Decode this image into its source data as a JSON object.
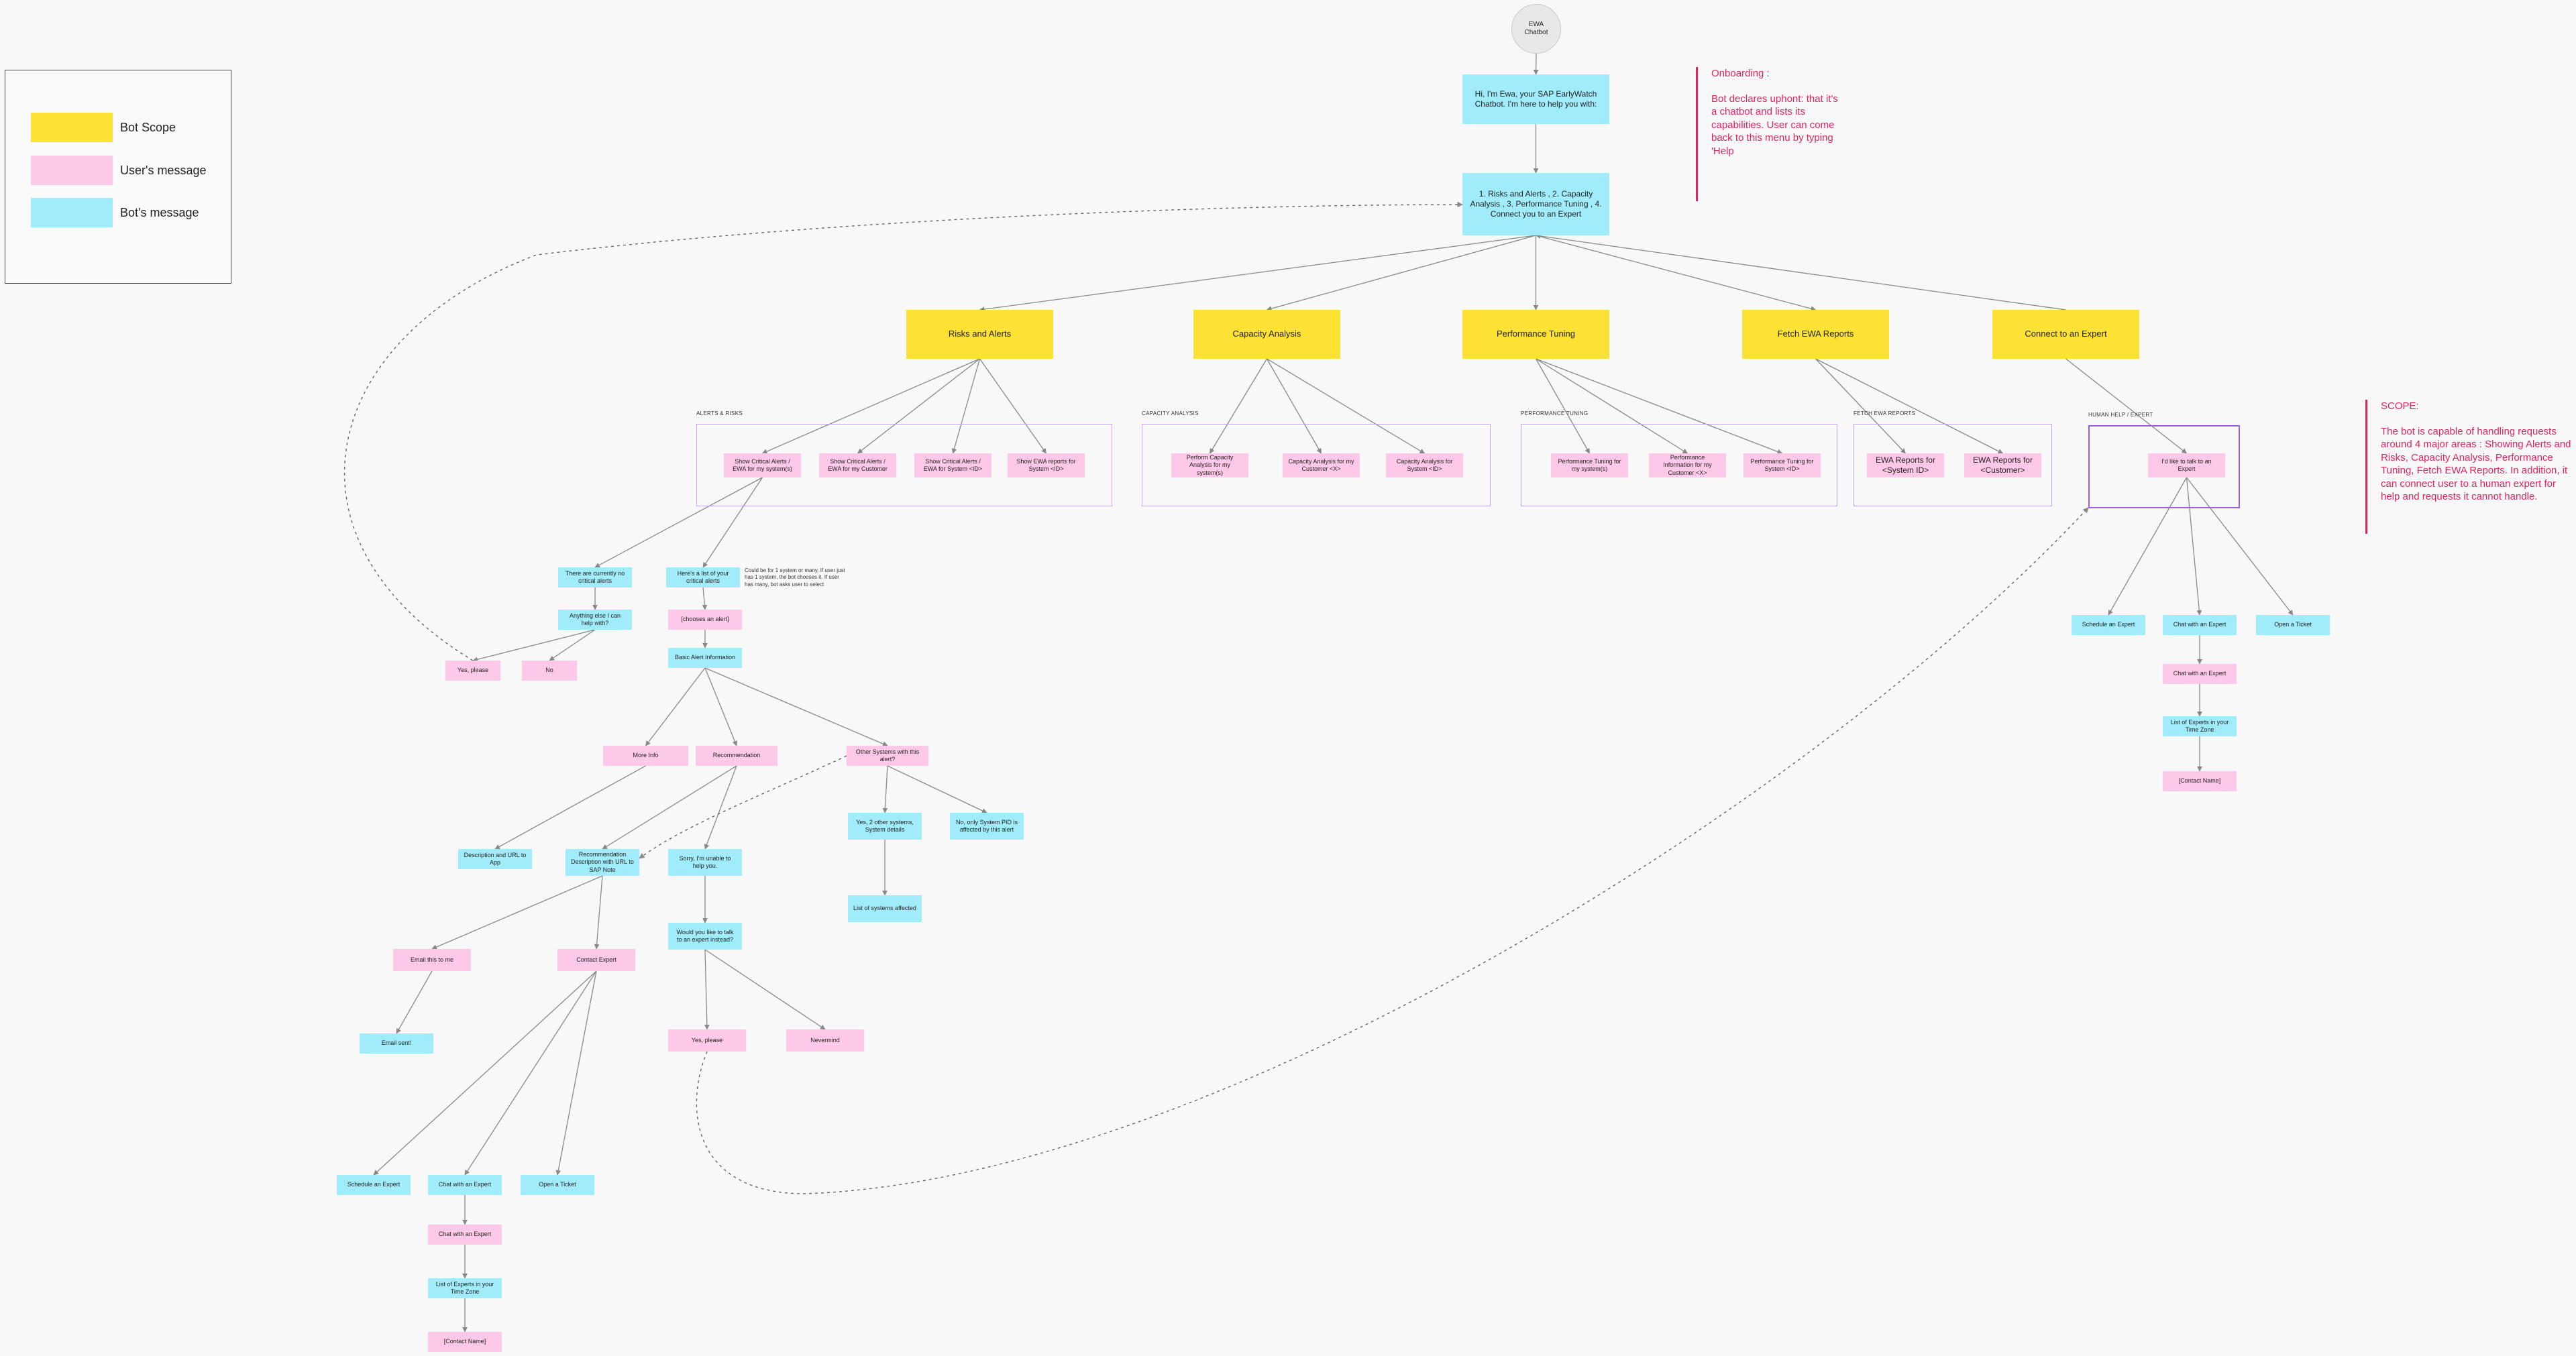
{
  "legend": {
    "items": [
      {
        "key": "scope",
        "label": "Bot Scope",
        "color": "#fee135"
      },
      {
        "key": "user",
        "label": "User's message",
        "color": "#fec8e8"
      },
      {
        "key": "bot",
        "label": "Bot's message",
        "color": "#a0ecfa"
      }
    ]
  },
  "notes": {
    "onboarding": {
      "title": "Onboarding :",
      "body": "Bot declares uphont: that it's a chatbot and lists its capabilities. User can come back to this menu by typing 'Help"
    },
    "scope": {
      "title": "SCOPE:",
      "body": "The bot is capable of handling requests around 4 major areas : Showing Alerts and Risks, Capacity Analysis, Performance Tuning, Fetch EWA Reports. In addition, it can connect user to a human expert for help and requests it cannot handle."
    }
  },
  "groups": {
    "alerts": "ALERTS & RISKS",
    "capacity": "CAPACITY ANALYSIS",
    "performance": "PERFORMANCE TUNING",
    "reports": "FETCH EWA REPORTS",
    "human": "HUMAN HELP / EXPERT"
  },
  "side_text": {
    "critical_note": "Could be for 1 system or many. If user just has 1 system, the bot chooses it. If user has many, bot asks user to select"
  },
  "nodes": {
    "start": "EWA Chatbot",
    "greeting": "Hi, I'm Ewa, your SAP EarlyWatch Chatbot. I'm here to help you with:",
    "menu": "1. Risks and Alerts , 2. Capacity Analysis , 3. Performance Tuning , 4. Connect you to an Expert",
    "risks": "Risks and Alerts",
    "capacity": "Capacity Analysis",
    "performance": "Performance Tuning",
    "fetch": "Fetch EWA Reports",
    "connect": "Connect to an Expert",
    "ra1": "Show Critical Alerts / EWA for my system(s)",
    "ra2": "Show Critical Alerts / EWA for my Customer",
    "ra3": "Show Critical Alerts / EWA for System <ID>",
    "ra4": "Show EWA reports for System <ID>",
    "ca1": "Perform Capacity Analysis for my system(s)",
    "ca2": "Capacity Analysis for my Customer <X>",
    "ca3": "Capacity Analysis for System <ID>",
    "pt1": "Performance Tuning for my system(s)",
    "pt2": "Performance Information for my Customer <X>",
    "pt3": "Performance Tuning for System <ID>",
    "fe1": "EWA Reports for <System ID>",
    "fe2": "EWA Reports for <Customer>",
    "he1": "I'd like to talk to an Expert",
    "no_alerts": "There are currently no critical alerts",
    "anything_else": "Anything else I can help with?",
    "yes_please_1": "Yes, please",
    "no": "No",
    "critical_list": "Here's a list of your critical alerts",
    "choose_alert": "[chooses an alert]",
    "basic_info": "Basic Alert Information",
    "more_info": "More Info",
    "recommendation": "Recommendation",
    "other_systems": "Other Systems with this alert?",
    "description": "Description and URL to App",
    "rec_desc": "Recommendation Description with URL to SAP Note",
    "sorry": "Sorry, I'm unable to help you.",
    "yes_others": "Yes, 2 other systems, System details",
    "no_only": "No, only System PID is affected by this alert",
    "list_affected": "List of systems affected",
    "email_this": "Email this to me",
    "contact_expert": "Contact Expert",
    "email_sent": "Email sent!",
    "would_you": "Would you like to talk to an expert instead?",
    "yes_please_2": "Yes, please",
    "nevermind": "Nevermind",
    "schedule_1": "Schedule an Expert",
    "chat_1": "Chat with an Expert",
    "ticket_1": "Open a Ticket",
    "chat_user_1": "Chat with an Expert",
    "list_experts_1": "List of Experts in your Time Zone",
    "contact_name_1": "[Contact Name]",
    "schedule_2": "Schedule an Expert",
    "chat_2": "Chat with an Expert",
    "ticket_2": "Open a Ticket",
    "chat_user_2": "Chat with an Expert",
    "list_experts_2": "List of Experts in your Time Zone",
    "contact_name_2": "[Contact Name]"
  },
  "colors": {
    "scope": "#fee135",
    "user": "#fec8e8",
    "bot": "#a0ecfa",
    "note": "#e0245e",
    "group_border": "#c3a2ee",
    "connector": "#888888"
  }
}
